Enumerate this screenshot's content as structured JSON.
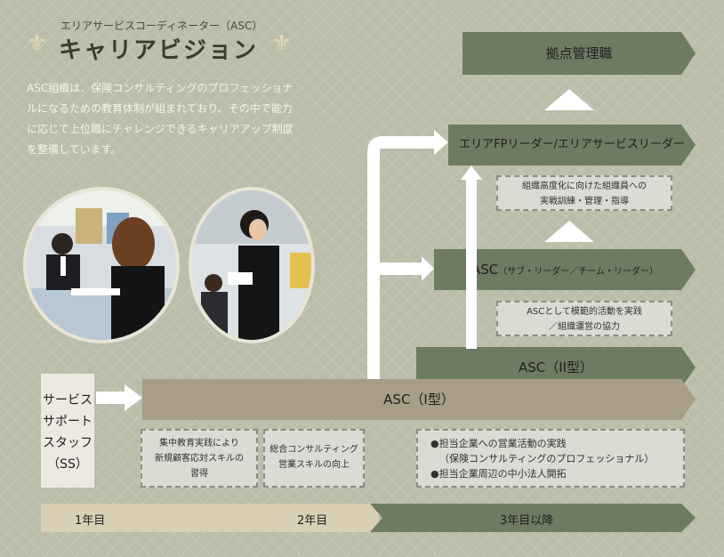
{
  "header": {
    "subtitle": "エリアサービスコーディネーター（ASC）",
    "title": "キャリアビジョン",
    "ornament_left": "⚜",
    "ornament_right": "⚜",
    "ornament_icon": "fleur-de-lis-icon"
  },
  "intro_text": "ASC組織は、保険コンサルティングのプロフェッショナルになるための教育体制が組まれており、その中で能力に応じて上位職にチャレンジできるキャリアアップ制度を整備しています。",
  "colors": {
    "green": "#6e7b63",
    "tan": "#a89d86",
    "timeline_light": "#d8cfb4",
    "box_bg": "#d9dcd2"
  },
  "stages": {
    "ss": [
      "サービス",
      "サポート",
      "スタッフ",
      "（SS）"
    ],
    "asc1": "ASC（I型）",
    "asc2": "ASC（II型）",
    "asc_sub_main": "ASC",
    "asc_sub_detail": "（サブ・リーダー／チーム・リーダー）",
    "area_leader": "エリアFPリーダー/エリアサービスリーダー",
    "manager": "拠点管理職"
  },
  "notes": {
    "note1": [
      "集中教育実践により",
      "新規顧客応対スキルの",
      "習得"
    ],
    "note2": [
      "総合コンサルティング",
      "営業スキルの向上"
    ],
    "note3": [
      "●担当企業への営業活動の実践",
      "（保険コンサルティングのプロフェッショナル）",
      "●担当企業周辺の中小法人開拓"
    ],
    "note4": [
      "ASCとして模範的活動を実践",
      "／組織運営の協力"
    ],
    "note5": [
      "組織高度化に向けた組織員への",
      "実戦訓練・管理・指導"
    ]
  },
  "timeline": [
    "1年目",
    "2年目",
    "3年目以降"
  ]
}
